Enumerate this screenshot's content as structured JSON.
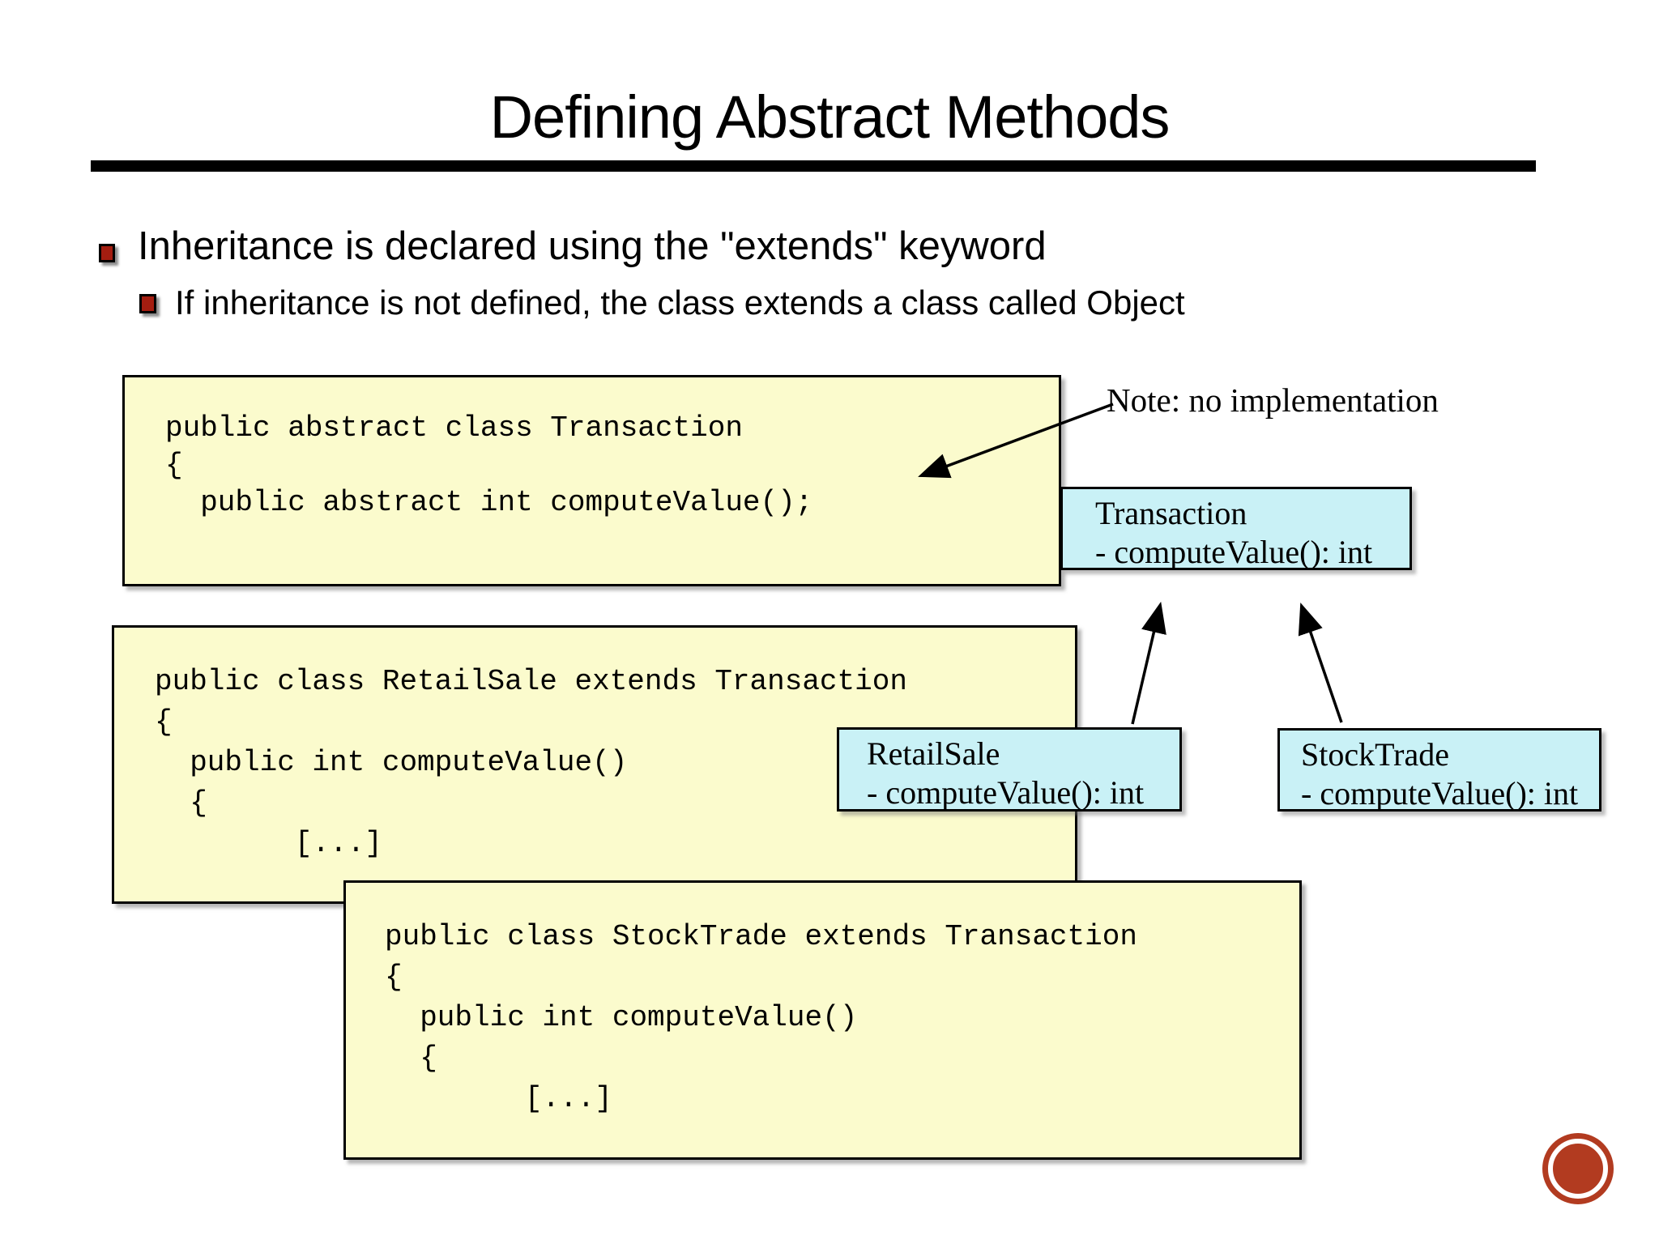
{
  "slide": {
    "title": "Defining Abstract Methods"
  },
  "bullets": {
    "main": "Inheritance is declared using the \"extends\" keyword",
    "sub": "If inheritance is not defined, the class extends a class called Object"
  },
  "note": {
    "text": "Note: no implementation"
  },
  "code_boxes": {
    "transaction": "public abstract class Transaction\n{\n  public abstract int computeValue();",
    "retail_sale": "public class RetailSale extends Transaction\n{\n  public int computeValue()\n  {\n        [...]",
    "stock_trade": "public class StockTrade extends Transaction\n{\n  public int computeValue()\n  {\n        [...]"
  },
  "uml": {
    "transaction": {
      "name": "Transaction",
      "member": "- computeValue(): int"
    },
    "retail_sale": {
      "name": "RetailSale",
      "member": "- computeValue(): int"
    },
    "stock_trade": {
      "name": "StockTrade",
      "member": "- computeValue(): int"
    }
  },
  "colors": {
    "code_box_fill": "#FBFBCD",
    "uml_box_fill": "#C9F1F6",
    "bullet_square": "#A41D10",
    "logo_red": "#B23B20"
  }
}
